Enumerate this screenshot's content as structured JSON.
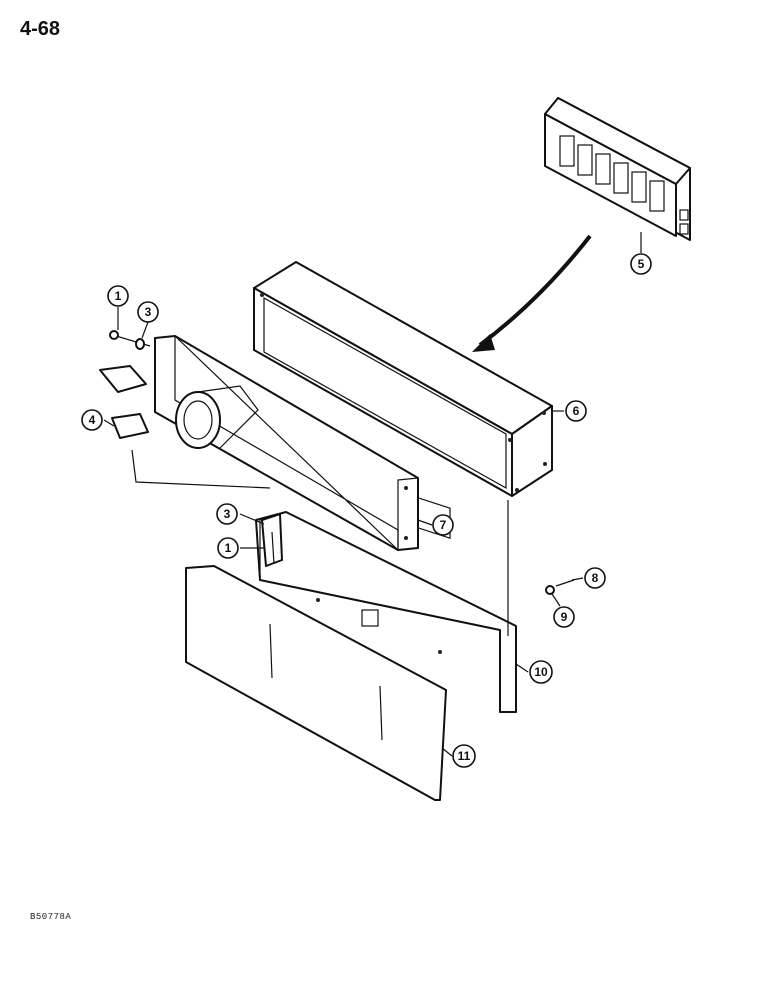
{
  "page": {
    "number": "4-68",
    "figure_code": "B50778A"
  },
  "callouts": [
    {
      "id": "c1a",
      "label": "1"
    },
    {
      "id": "c3a",
      "label": "3"
    },
    {
      "id": "c4",
      "label": "4"
    },
    {
      "id": "c5",
      "label": "5"
    },
    {
      "id": "c6",
      "label": "6"
    },
    {
      "id": "c7",
      "label": "7"
    },
    {
      "id": "c3b",
      "label": "3"
    },
    {
      "id": "c1b",
      "label": "1"
    },
    {
      "id": "c8",
      "label": "8"
    },
    {
      "id": "c9",
      "label": "9"
    },
    {
      "id": "c10",
      "label": "10"
    },
    {
      "id": "c11",
      "label": "11"
    }
  ]
}
